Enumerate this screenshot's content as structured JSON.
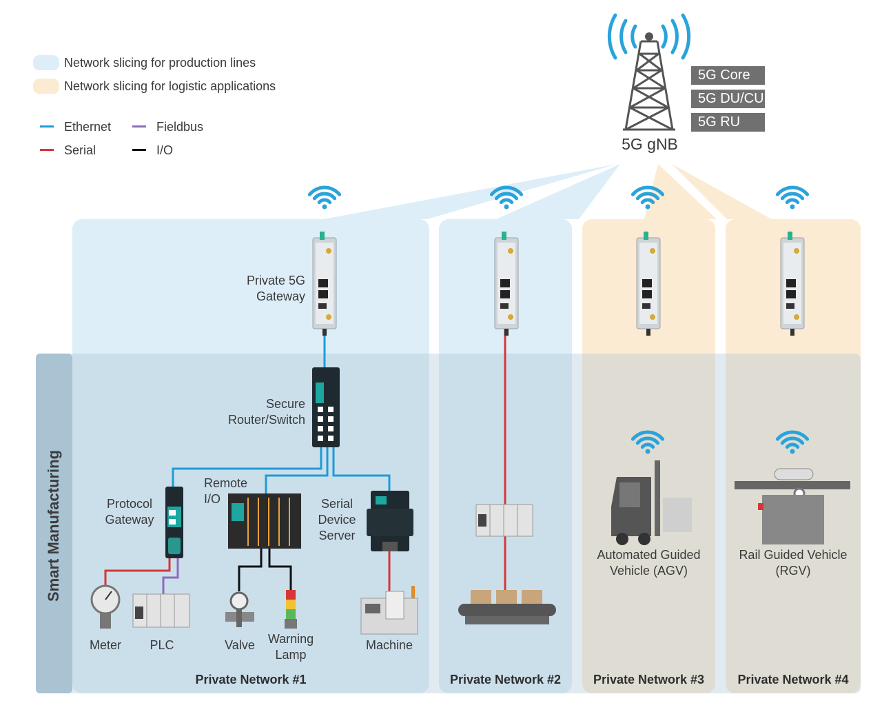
{
  "legend": {
    "slices": [
      {
        "label": "Network slicing for production lines",
        "color": "#ddeef8"
      },
      {
        "label": "Network slicing for logistic applications",
        "color": "#fcebd3"
      }
    ],
    "lines": [
      {
        "label": "Ethernet",
        "color": "#1e9bd7"
      },
      {
        "label": "Fieldbus",
        "color": "#8e6bb8"
      },
      {
        "label": "Serial",
        "color": "#d63638"
      },
      {
        "label": "I/O",
        "color": "#111111"
      }
    ]
  },
  "tower": {
    "label": "5G gNB",
    "stack": [
      "5G Core",
      "5G DU/CU",
      "5G RU"
    ]
  },
  "side_label": "Smart Manufacturing",
  "devices": {
    "gateway": "Private 5G\nGateway",
    "router": "Secure\nRouter/Switch",
    "protocol_gateway": "Protocol\nGateway",
    "remote_io": "Remote\nI/O",
    "serial_server": "Serial\nDevice\nServer",
    "meter": "Meter",
    "plc": "PLC",
    "valve": "Valve",
    "warning_lamp": "Warning\nLamp",
    "machine": "Machine",
    "agv": "Automated Guided\nVehicle (AGV)",
    "rgv": "Rail Guided Vehicle\n(RGV)"
  },
  "networks": [
    "Private Network #1",
    "Private Network #2",
    "Private Network #3",
    "Private Network #4"
  ]
}
